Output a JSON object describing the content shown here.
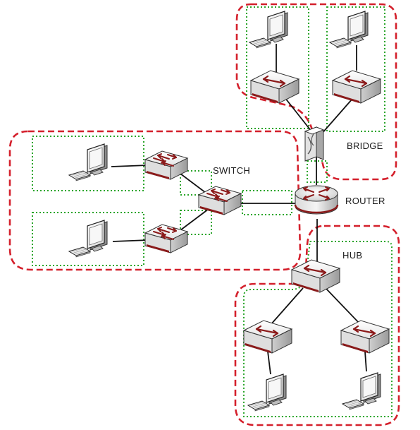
{
  "labels": {
    "bridge": "BRIDGE",
    "switch": "SWITCH",
    "router": "ROUTER",
    "hub": "HUB"
  },
  "colors": {
    "collision_domain": "#d4202c",
    "broadcast_domain": "#2aa52a",
    "device_accent": "#8b1a1a",
    "link": "#111111"
  },
  "icons": [
    "computer-icon",
    "switch-icon",
    "hub-icon",
    "bridge-icon",
    "router-icon"
  ]
}
